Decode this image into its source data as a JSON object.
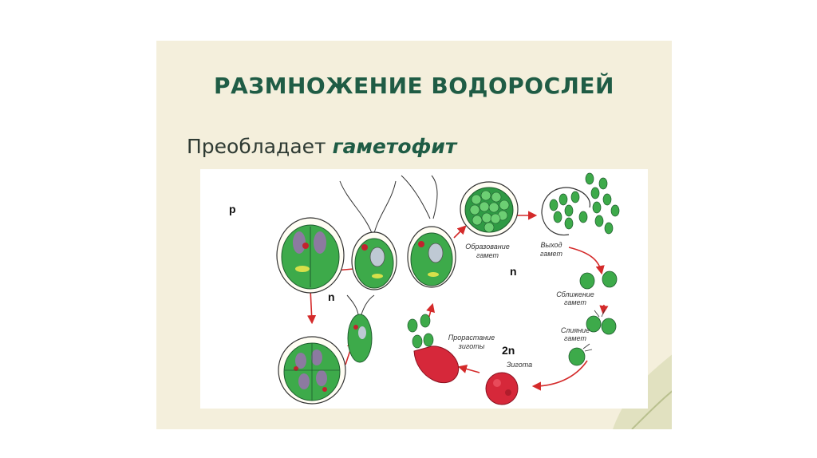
{
  "slide": {
    "title": "РАЗМНОЖЕНИЕ ВОДОРОСЛЕЙ",
    "subtitle_prefix": "Преобладает",
    "subtitle_emphasis": "гаметофит"
  },
  "diagram": {
    "label_p": "р",
    "label_n_left": "n",
    "label_n_right": "n",
    "label_2n": "2n",
    "stage_1": [
      "Образование",
      "гамет"
    ],
    "stage_2": [
      "Выход",
      "гамет"
    ],
    "stage_3": [
      "Сближение",
      "гамет"
    ],
    "stage_4": [
      "Слияние",
      "гамет"
    ],
    "stage_5": "Зигота",
    "stage_6": [
      "Прорастание",
      "зиготы"
    ]
  },
  "colors": {
    "slide_bg": "#f4efdc",
    "title": "#1f5c45",
    "cell_green": "#3daa4a",
    "zygote_red": "#d6283a",
    "arrow_red": "#d42a2a"
  }
}
